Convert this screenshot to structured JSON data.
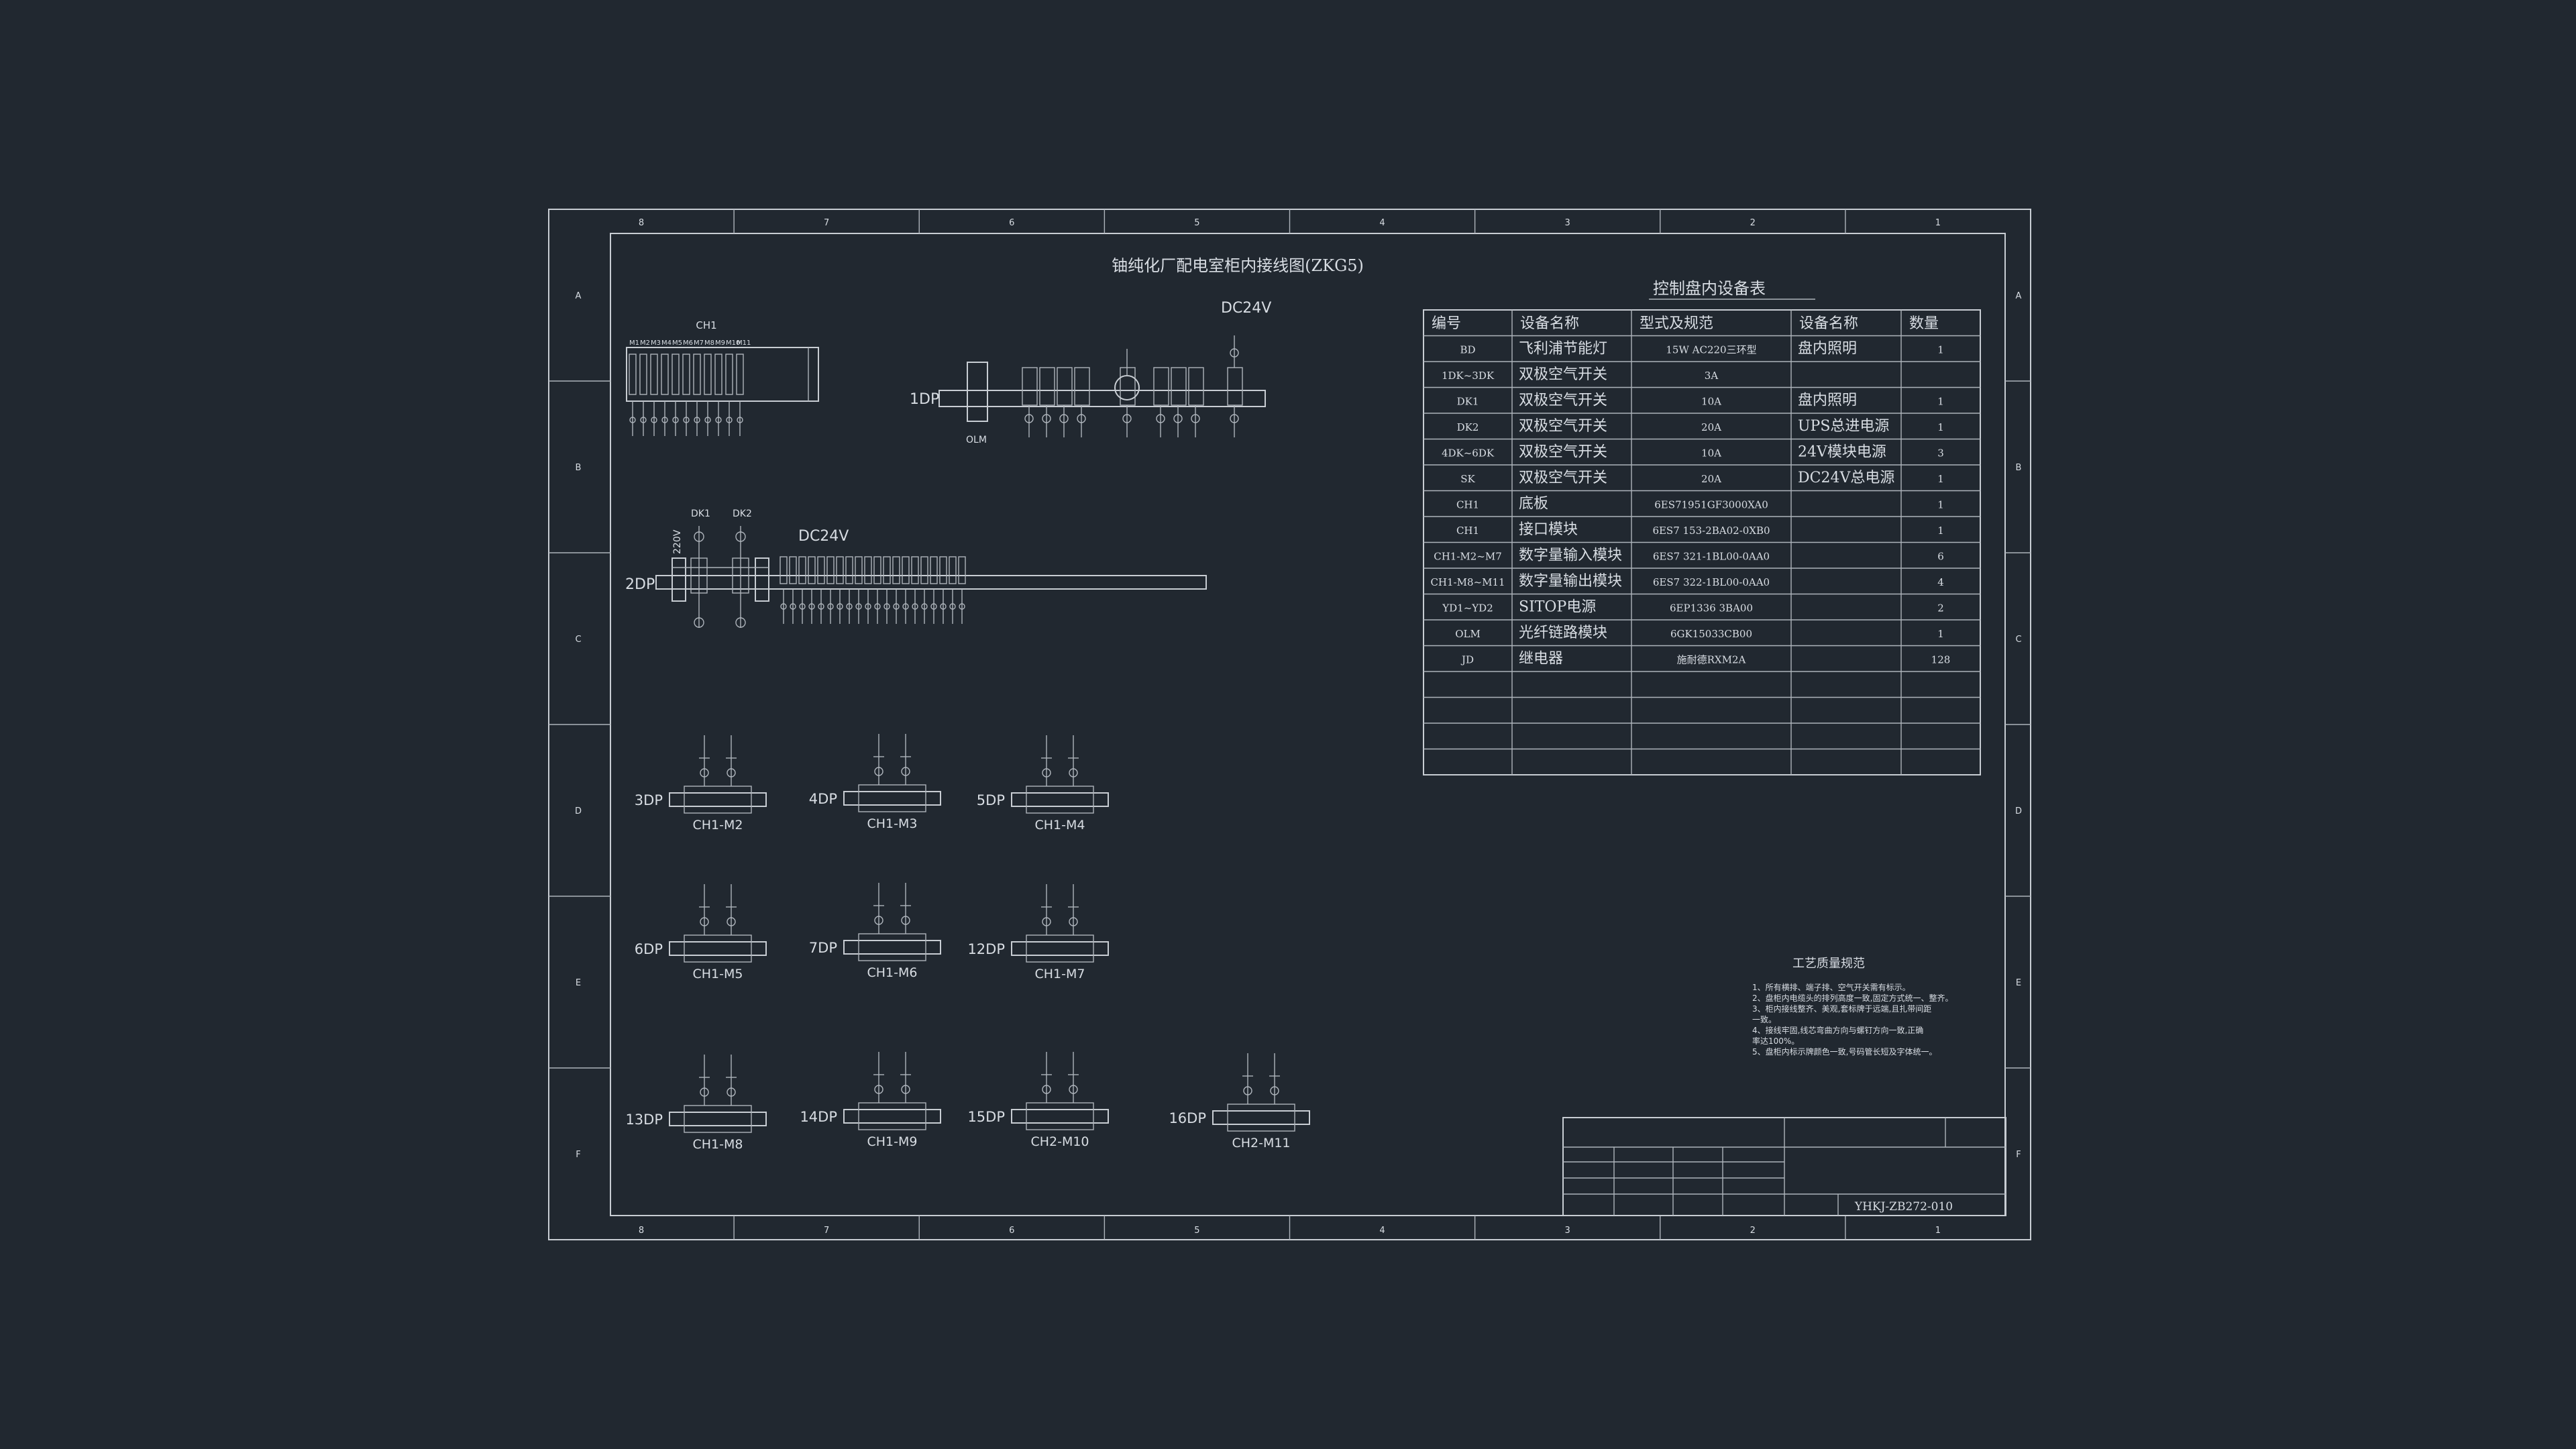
{
  "title": "铀纯化厂配电室柜内接线图(ZKG5)",
  "drawing_no": "YHKJ-ZB272-010",
  "frame": {
    "cols_top": [
      "8",
      "7",
      "6",
      "5",
      "4",
      "3",
      "2",
      "1"
    ],
    "rows_side": [
      "A",
      "B",
      "C",
      "D",
      "E",
      "F"
    ]
  },
  "labels": {
    "dc24v_a": "DC24V",
    "dc24v_b": "DC24V",
    "ch1": "CH1",
    "olm": "OLM",
    "ac220": "220V",
    "dk1": "DK1",
    "dk2": "DK2"
  },
  "ch1_modules": [
    "M1",
    "M2",
    "M3",
    "M4",
    "M5",
    "M6",
    "M7",
    "M8",
    "M9",
    "M10",
    "M11"
  ],
  "panels": [
    {
      "id": "1DP",
      "label": "1DP"
    },
    {
      "id": "2DP",
      "label": "2DP"
    },
    {
      "id": "3DP",
      "label": "3DP",
      "module": "CH1-M2"
    },
    {
      "id": "4DP",
      "label": "4DP",
      "module": "CH1-M3"
    },
    {
      "id": "5DP",
      "label": "5DP",
      "module": "CH1-M4"
    },
    {
      "id": "6DP",
      "label": "6DP",
      "module": "CH1-M5"
    },
    {
      "id": "7DP",
      "label": "7DP",
      "module": "CH1-M6"
    },
    {
      "id": "12DP",
      "label": "12DP",
      "module": "CH1-M7"
    },
    {
      "id": "13DP",
      "label": "13DP",
      "module": "CH1-M8"
    },
    {
      "id": "14DP",
      "label": "14DP",
      "module": "CH1-M9"
    },
    {
      "id": "15DP",
      "label": "15DP",
      "module": "CH2-M10"
    },
    {
      "id": "16DP",
      "label": "16DP",
      "module": "CH2-M11"
    }
  ],
  "equipment_table": {
    "title": "控制盘内设备表",
    "headers": [
      "编号",
      "设备名称",
      "型式及规范",
      "设备名称",
      "数量"
    ],
    "rows": [
      [
        "BD",
        "飞利浦节能灯",
        "15W      AC220三环型",
        "盘内照明",
        "1"
      ],
      [
        "1DK~3DK",
        "双极空气开关",
        "3A",
        "",
        ""
      ],
      [
        "DK1",
        "双极空气开关",
        "10A",
        "盘内照明",
        "1"
      ],
      [
        "DK2",
        "双极空气开关",
        "20A",
        "UPS总进电源",
        "1"
      ],
      [
        "4DK~6DK",
        "双极空气开关",
        "10A",
        "24V模块电源",
        "3"
      ],
      [
        "SK",
        "双极空气开关",
        "20A",
        "DC24V总电源",
        "1"
      ],
      [
        "CH1",
        "底板",
        "6ES71951GF3000XA0",
        "",
        "1"
      ],
      [
        "CH1",
        "接口模块",
        "6ES7 153-2BA02-0XB0",
        "",
        "1"
      ],
      [
        "CH1-M2~M7",
        "数字量输入模块",
        "6ES7 321-1BL00-0AA0",
        "",
        "6"
      ],
      [
        "CH1-M8~M11",
        "数字量输出模块",
        "6ES7 322-1BL00-0AA0",
        "",
        "4"
      ],
      [
        "YD1~YD2",
        "SITOP电源",
        "6EP1336 3BA00",
        "",
        "2"
      ],
      [
        "OLM",
        "光纤链路模块",
        "6GK15033CB00",
        "",
        "1"
      ],
      [
        "JD",
        "继电器",
        "施耐德RXM2A",
        "",
        "128"
      ],
      [
        "",
        "",
        "",
        "",
        ""
      ],
      [
        "",
        "",
        "",
        "",
        ""
      ],
      [
        "",
        "",
        "",
        "",
        ""
      ],
      [
        "",
        "",
        "",
        "",
        ""
      ]
    ]
  },
  "notes": {
    "title": "工艺质量规范",
    "lines": [
      "1、所有横排、端子排、空气开关需有标示。",
      "2、盘柜内电缆头的排列高度一致,固定方式统一、整齐。",
      "3、柜内接线整齐、美观,套标牌于远端,且扎带间距",
      "   一致。",
      "4、接线牢固,线芯弯曲方向与螺钉方向一致,正确",
      "   率达100%。",
      "5、盘柜内标示牌颜色一致,号码管长短及字体统一。"
    ]
  }
}
